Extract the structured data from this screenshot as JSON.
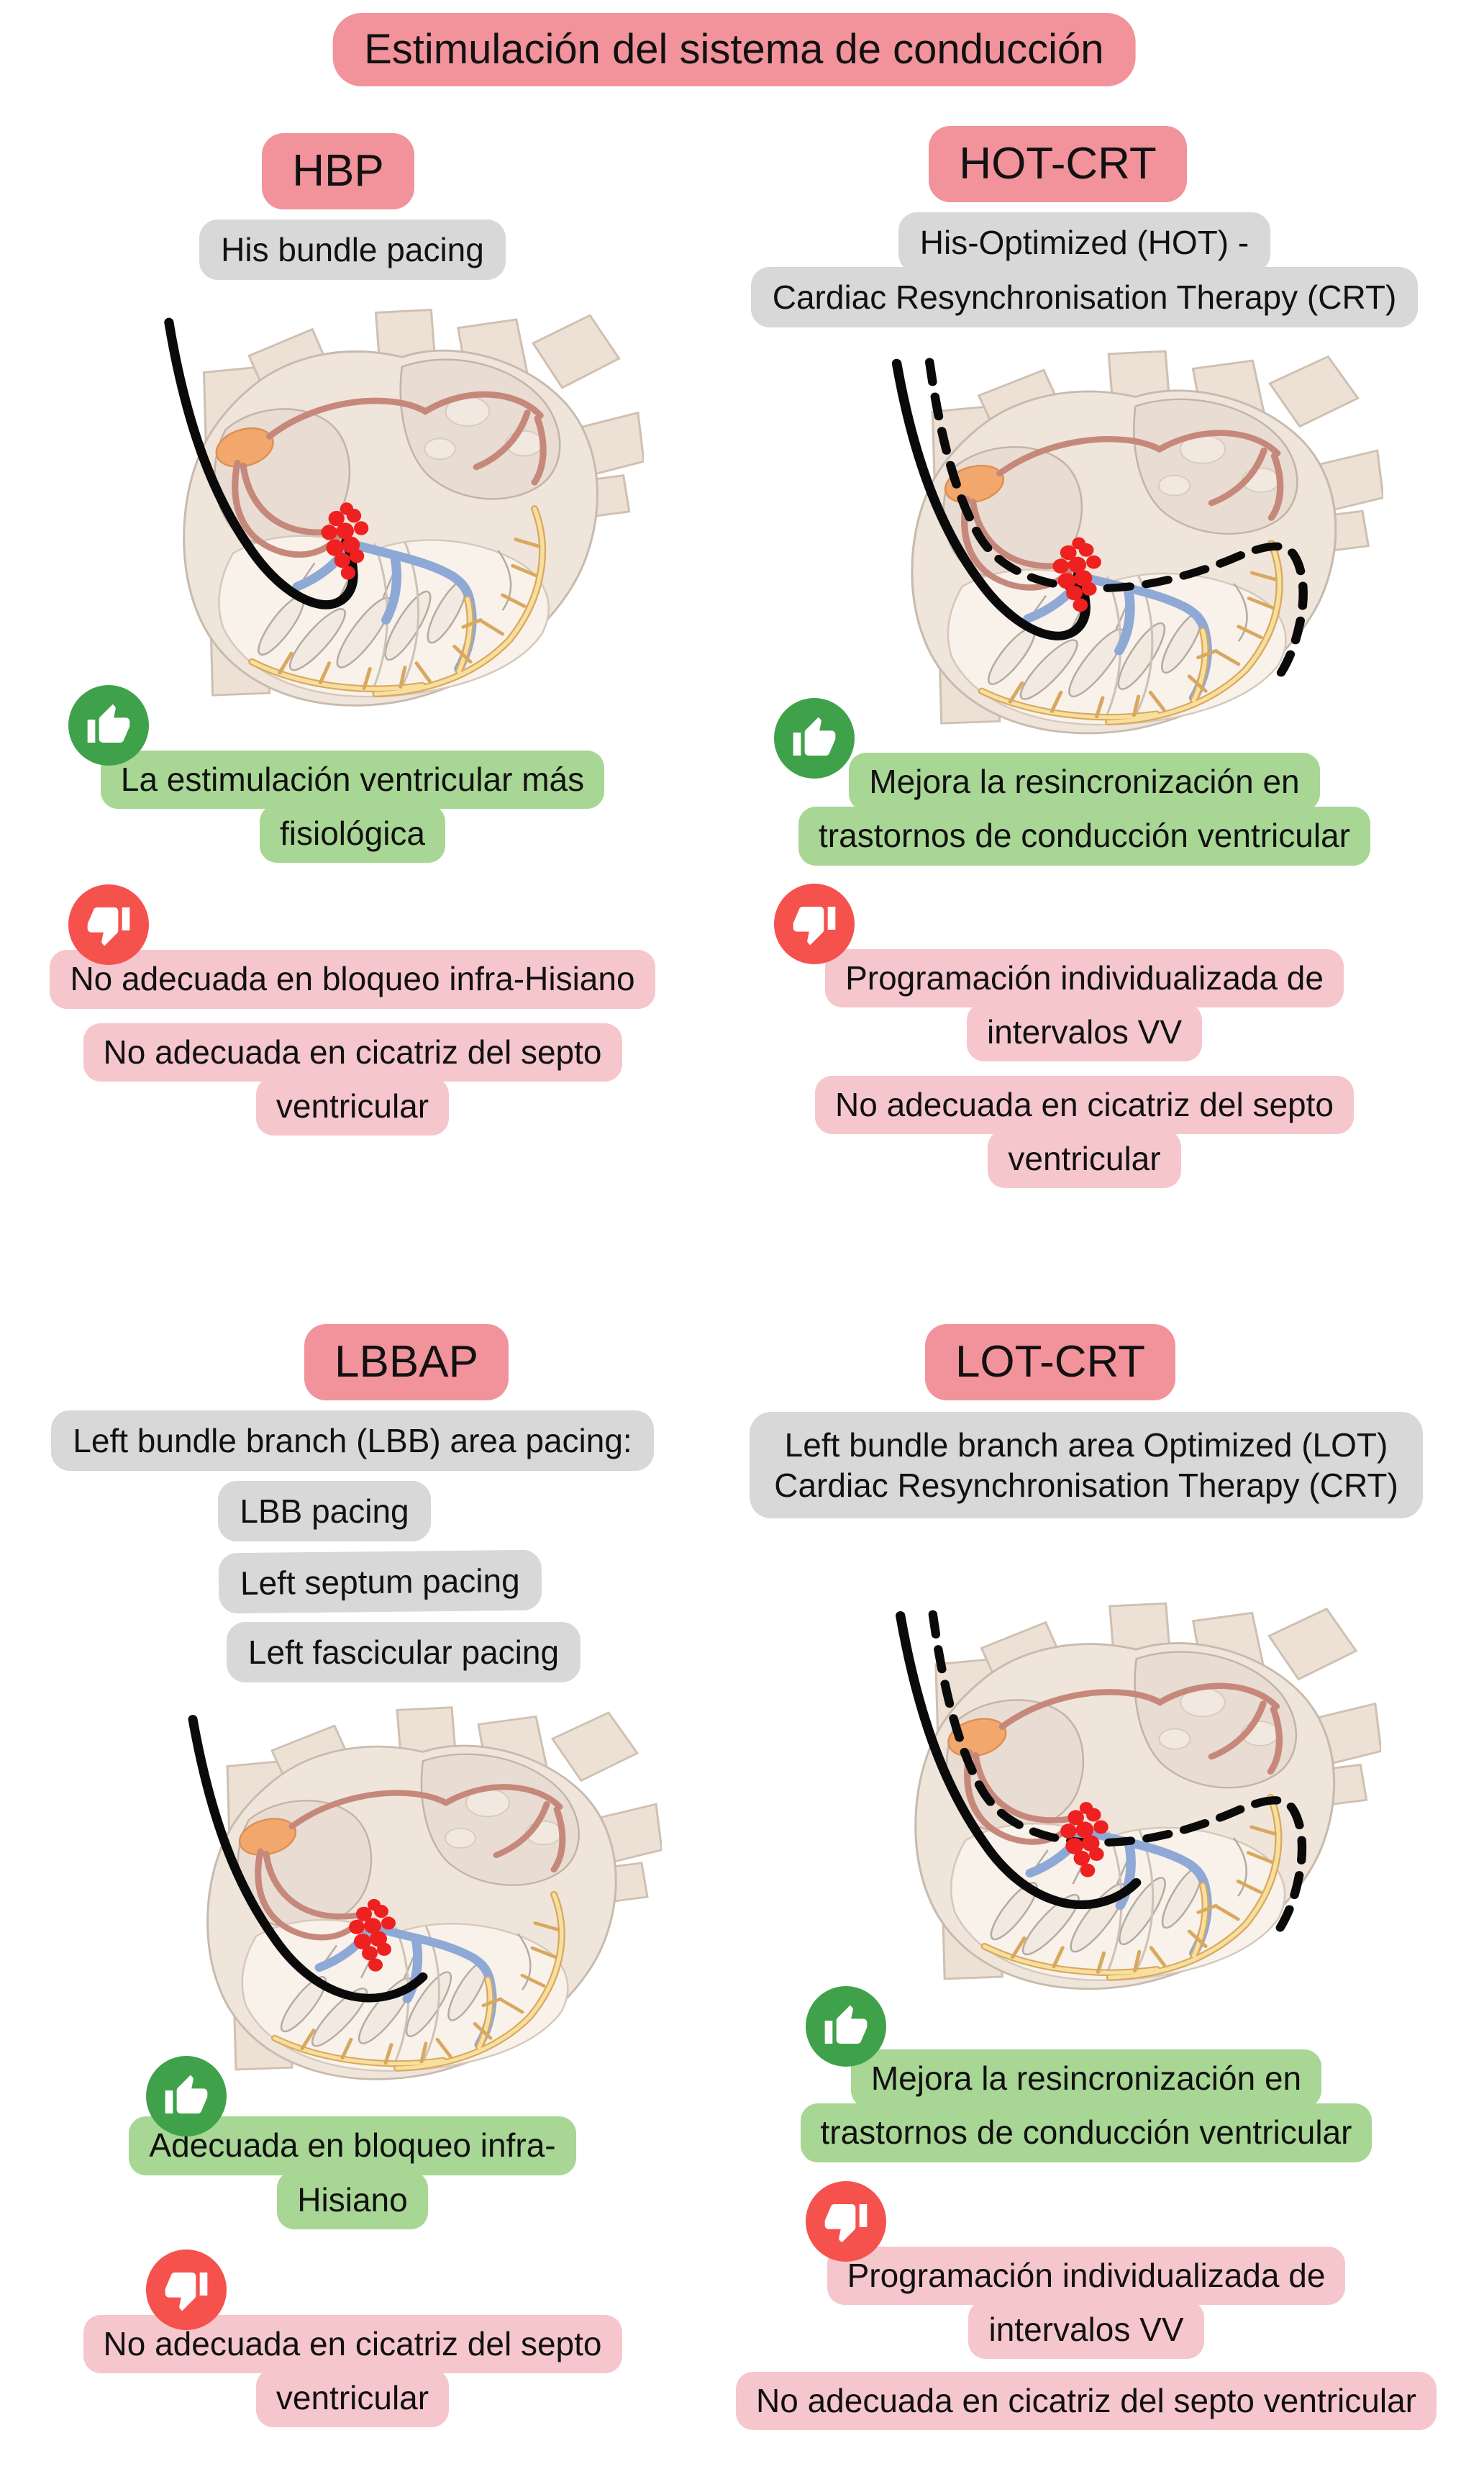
{
  "title": "Estimulación del sistema de conducción",
  "colors": {
    "pink_header": "#F2939C",
    "chip_gray": "#D8D8D8",
    "pro_green": "#A8D694",
    "con_pink": "#F6C6CD",
    "thumb_up_green": "#3FA24A",
    "thumb_down_red": "#F5514D",
    "lead_black": "#0A0A0A",
    "red_cluster": "#EE2020"
  },
  "icons": {
    "pro_icon": "thumbs-up-icon",
    "con_icon": "thumbs-down-icon"
  },
  "panels": [
    {
      "id": "hbp",
      "header": "HBP",
      "subtitle_lines": [
        "His bundle pacing"
      ],
      "heart": {
        "lead": "his-bundle",
        "dashed_cs_lead": false
      },
      "pros": [
        {
          "lines": [
            "La estimulación ventricular más",
            "fisiológica"
          ]
        }
      ],
      "cons": [
        {
          "lines": [
            "No adecuada en bloqueo infra-Hisiano"
          ]
        },
        {
          "lines": [
            "No adecuada en cicatriz del septo",
            "ventricular"
          ]
        }
      ]
    },
    {
      "id": "hot-crt",
      "header": "HOT-CRT",
      "subtitle_lines": [
        "His-Optimized (HOT) -",
        "Cardiac Resynchronisation Therapy (CRT)"
      ],
      "heart": {
        "lead": "his-bundle",
        "dashed_cs_lead": true
      },
      "pros": [
        {
          "lines": [
            "Mejora la resincronización en",
            "trastornos de conducción ventricular"
          ]
        }
      ],
      "cons": [
        {
          "lines": [
            "Programación individualizada de",
            "intervalos VV"
          ]
        },
        {
          "lines": [
            "No adecuada en cicatriz del septo",
            "ventricular"
          ]
        }
      ]
    },
    {
      "id": "lbbap",
      "header": "LBBAP",
      "subtitle_lines": [
        "Left bundle branch (LBB) area pacing:",
        "LBB pacing",
        "Left septum pacing",
        "Left fascicular pacing"
      ],
      "heart": {
        "lead": "left-bundle-area",
        "dashed_cs_lead": false
      },
      "pros": [
        {
          "lines": [
            "Adecuada en bloqueo infra-",
            "Hisiano"
          ]
        }
      ],
      "cons": [
        {
          "lines": [
            "No adecuada en cicatriz del septo",
            "ventricular"
          ]
        }
      ]
    },
    {
      "id": "lot-crt",
      "header": "LOT-CRT",
      "subtitle_lines": [
        "Left bundle branch area Optimized (LOT)",
        "Cardiac Resynchronisation Therapy (CRT)"
      ],
      "heart": {
        "lead": "left-bundle-area",
        "dashed_cs_lead": true
      },
      "pros": [
        {
          "lines": [
            "Mejora la resincronización en",
            "trastornos de conducción ventricular"
          ]
        }
      ],
      "cons": [
        {
          "lines": [
            "Programación individualizada de",
            "intervalos VV"
          ]
        },
        {
          "lines": [
            "No adecuada en cicatriz del septo ventricular"
          ]
        }
      ]
    }
  ]
}
